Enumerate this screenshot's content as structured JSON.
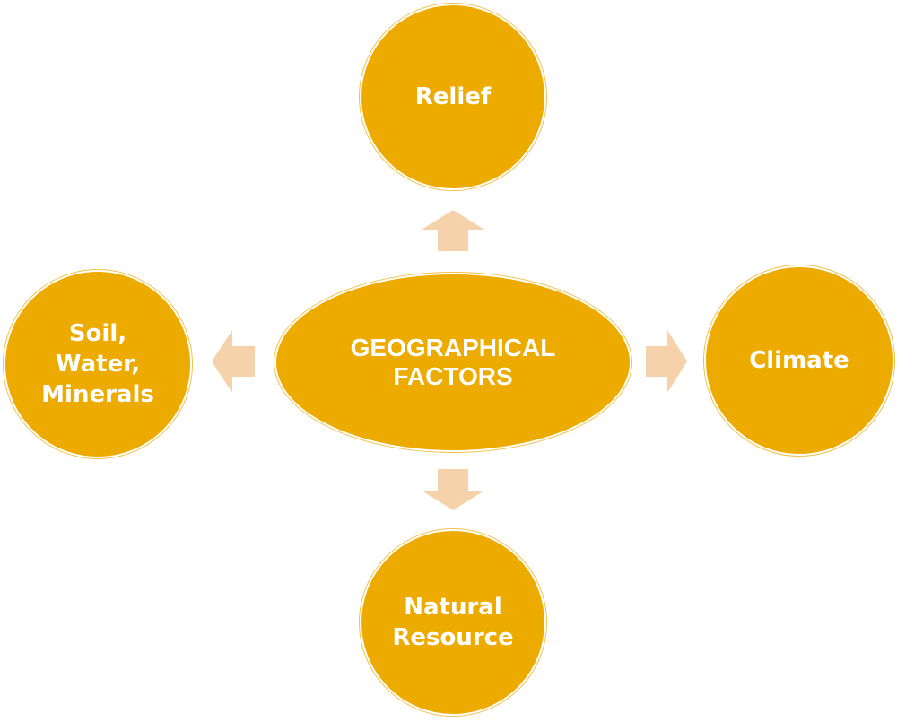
{
  "diagram": {
    "center": {
      "label": "GEOGRAPHICAL\nFACTORS"
    },
    "nodes": {
      "top": {
        "label": "Relief"
      },
      "right": {
        "label": "Climate"
      },
      "bottom": {
        "label": "Natural\nResource"
      },
      "left": {
        "label": "Soil,\nWater,\nMinerals"
      }
    },
    "colors": {
      "node_fill": "#EDAB00",
      "arrow_fill": "#F6D2AA",
      "text": "#FFFFFF",
      "background": "#FFFFFF"
    }
  }
}
